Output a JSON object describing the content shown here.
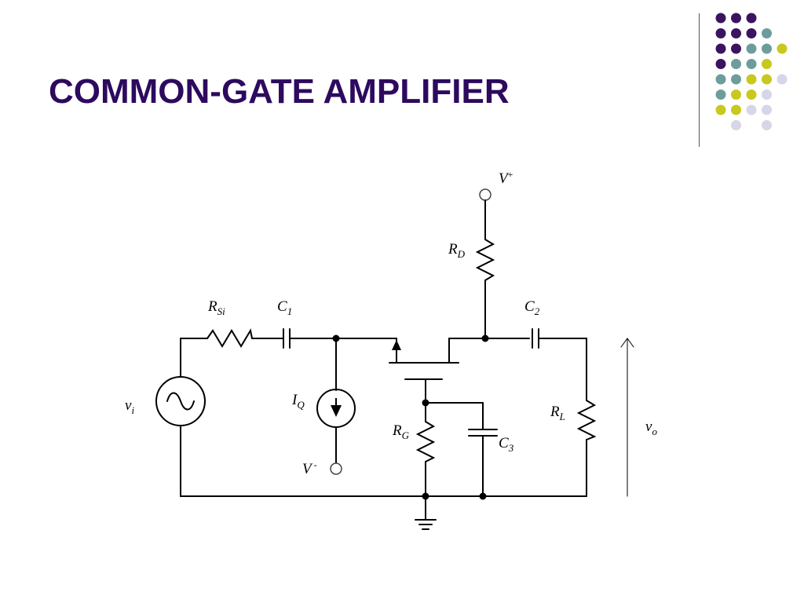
{
  "slide": {
    "title": "COMMON-GATE AMPLIFIER"
  },
  "palette": {
    "dark_purple": "#3b1460",
    "teal": "#6e9c9c",
    "yellow": "#c8c81e",
    "lavender": "#d6d6e8"
  },
  "dot_grid": [
    [
      "dark_purple",
      "dark_purple",
      "dark_purple",
      "",
      "",
      ""
    ],
    [
      "dark_purple",
      "dark_purple",
      "dark_purple",
      "teal",
      "",
      ""
    ],
    [
      "dark_purple",
      "dark_purple",
      "teal",
      "teal",
      "yellow",
      ""
    ],
    [
      "dark_purple",
      "teal",
      "teal",
      "yellow",
      "",
      ""
    ],
    [
      "teal",
      "teal",
      "yellow",
      "yellow",
      "lavender",
      ""
    ],
    [
      "teal",
      "yellow",
      "yellow",
      "lavender",
      "",
      ""
    ],
    [
      "yellow",
      "yellow",
      "lavender",
      "lavender",
      "",
      ""
    ],
    [
      "",
      "lavender",
      "",
      "lavender",
      "",
      ""
    ]
  ],
  "circuit": {
    "labels": {
      "vplus": {
        "main": "V",
        "sup": "+"
      },
      "vminus": {
        "main": "V",
        "sup": "-"
      },
      "rd": {
        "main": "R",
        "sub": "D"
      },
      "rsi": {
        "main": "R",
        "sub": "Si"
      },
      "c1": {
        "main": "C",
        "sub": "1"
      },
      "c2": {
        "main": "C",
        "sub": "2"
      },
      "c3": {
        "main": "C",
        "sub": "3"
      },
      "iq": {
        "main": "I",
        "sub": "Q"
      },
      "rg": {
        "main": "R",
        "sub": "G"
      },
      "rl": {
        "main": "R",
        "sub": "L"
      },
      "vi": {
        "main": "v",
        "sub": "i"
      },
      "vo": {
        "main": "v",
        "sub": "o"
      }
    }
  }
}
